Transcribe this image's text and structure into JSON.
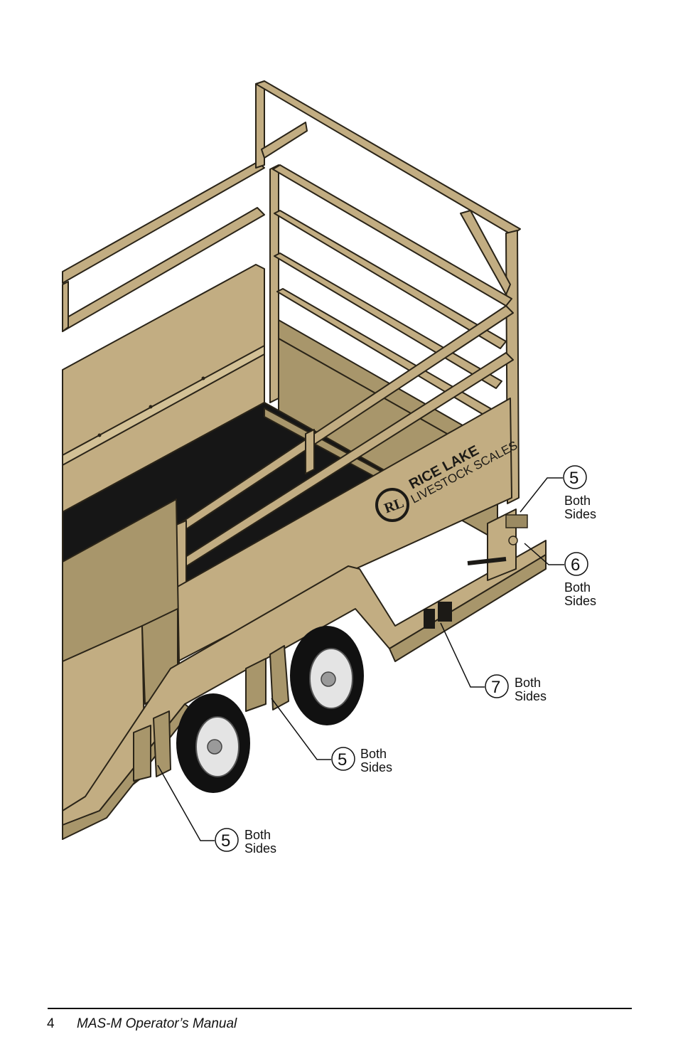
{
  "figure": {
    "logo_brand": "RICE LAKE",
    "logo_tagline": "LIVESTOCK SCALES",
    "logo_monogram": "RL",
    "callouts": [
      {
        "number": "5",
        "line1": "Both",
        "line2": "Sides"
      },
      {
        "number": "6",
        "line1": "Both",
        "line2": "Sides"
      },
      {
        "number": "7",
        "line1": "Both",
        "line2": "Sides"
      },
      {
        "number": "5",
        "line1": "Both",
        "line2": "Sides"
      },
      {
        "number": "5",
        "line1": "Both",
        "line2": "Sides"
      }
    ]
  },
  "footer": {
    "page_number": "4",
    "manual_title": "MAS-M Operator’s Manual"
  },
  "colors": {
    "trailer_body": "#c2ad82",
    "trailer_shadow": "#a8966b",
    "outline": "#2a2418",
    "tire": "#111111"
  }
}
